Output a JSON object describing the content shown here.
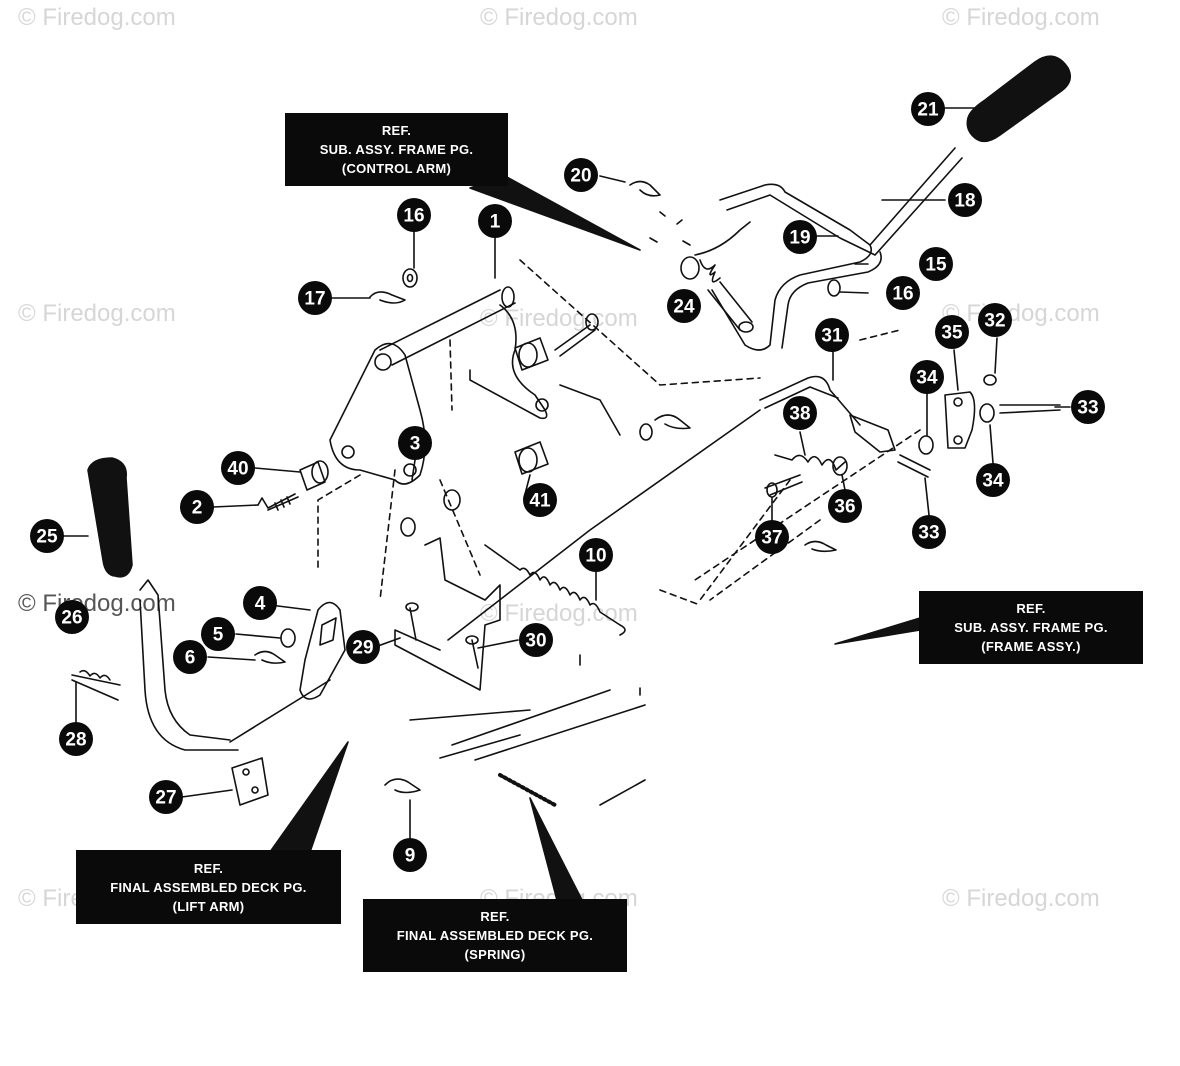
{
  "watermark": "© Firedog.com",
  "ref_boxes": [
    {
      "id": "control-arm",
      "lines": [
        "REF.",
        "SUB. ASSY. FRAME PG.",
        "(CONTROL ARM)"
      ]
    },
    {
      "id": "frame-assy",
      "lines": [
        "REF.",
        "SUB. ASSY. FRAME PG.",
        "(FRAME ASSY.)"
      ]
    },
    {
      "id": "lift-arm",
      "lines": [
        "REF.",
        "FINAL ASSEMBLED DECK PG.",
        "(LIFT ARM)"
      ]
    },
    {
      "id": "spring",
      "lines": [
        "REF.",
        "FINAL ASSEMBLED DECK PG.",
        "(SPRING)"
      ]
    }
  ],
  "callouts": [
    "1",
    "2",
    "3",
    "4",
    "5",
    "6",
    "9",
    "10",
    "15",
    "16",
    "16",
    "17",
    "18",
    "19",
    "20",
    "21",
    "24",
    "25",
    "26",
    "27",
    "28",
    "29",
    "30",
    "31",
    "32",
    "33",
    "33",
    "34",
    "34",
    "35",
    "36",
    "37",
    "38",
    "40",
    "41"
  ]
}
